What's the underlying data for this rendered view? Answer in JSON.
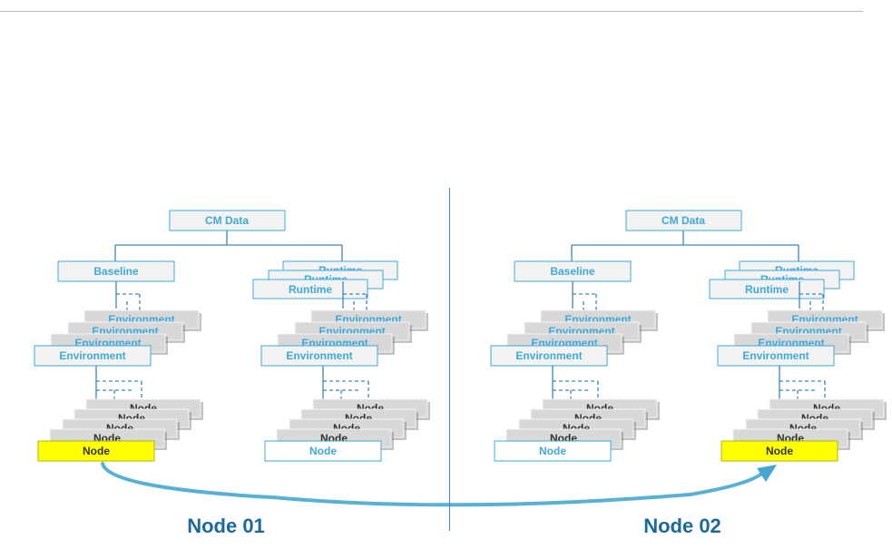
{
  "colors": {
    "connector": "#3f87b6",
    "box_border": "#3fa9dc",
    "box_fill": "#f3f3f3",
    "stack_fill": "#d8d8d8",
    "highlight_fill": "#ffff00",
    "highlight_border": "#b0b800",
    "title": "#1b6a9c",
    "arrow": "#46a8cf"
  },
  "panels": [
    {
      "cm_data_label": "CM Data",
      "baseline_label": "Baseline",
      "runtime_label": "Runtime",
      "environment_label": "Environment",
      "node_label": "Node",
      "left_node_highlighted": true,
      "right_node_highlighted": false,
      "title": "Node 01"
    },
    {
      "cm_data_label": "CM Data",
      "baseline_label": "Baseline",
      "runtime_label": "Runtime",
      "environment_label": "Environment",
      "node_label": "Node",
      "left_node_highlighted": false,
      "right_node_highlighted": true,
      "title": "Node 02"
    }
  ]
}
